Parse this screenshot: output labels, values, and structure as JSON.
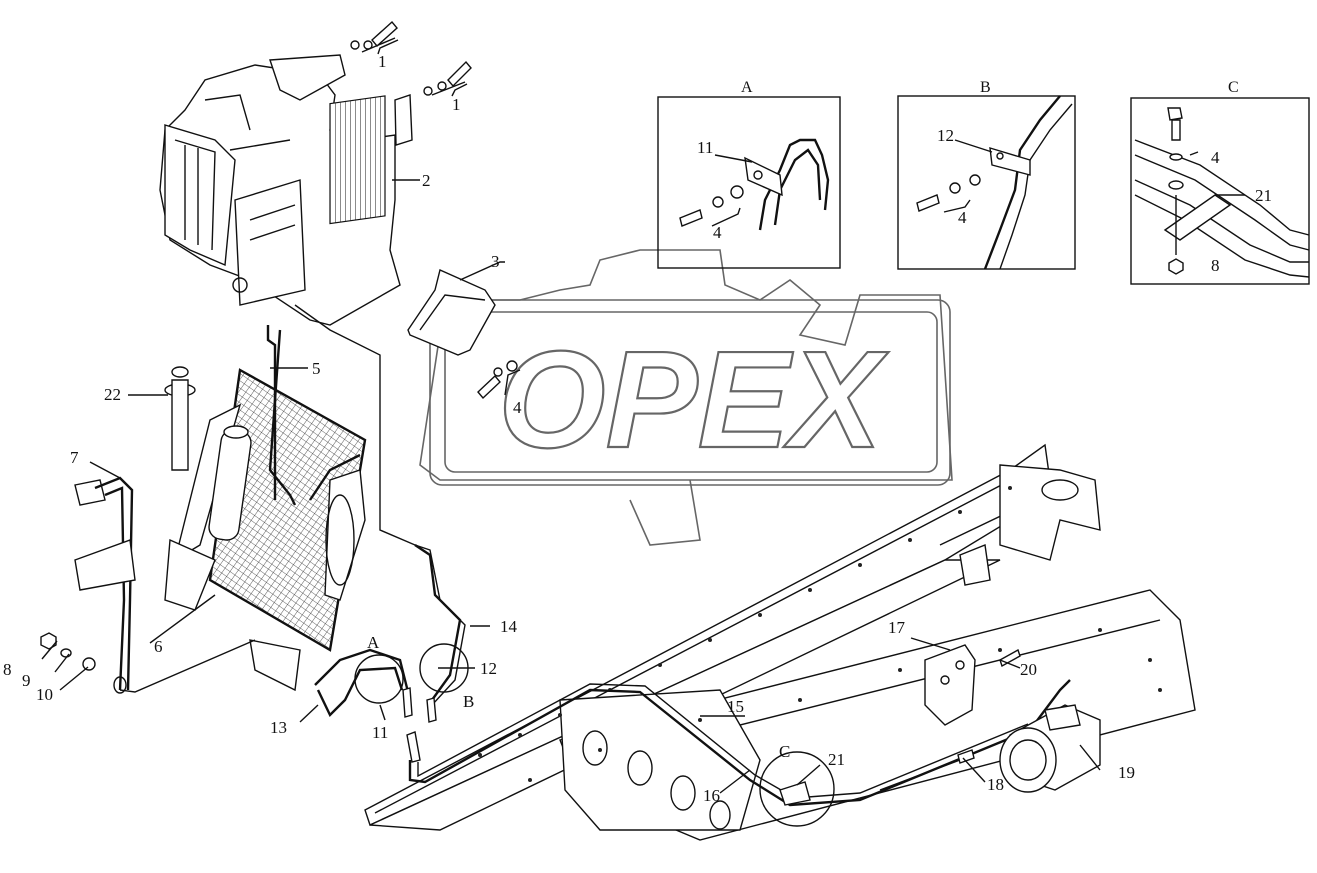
{
  "callouts": [
    "1",
    "1",
    "2",
    "3",
    "4",
    "4",
    "4",
    "4",
    "5",
    "6",
    "7",
    "8",
    "8",
    "9",
    "10",
    "11",
    "11",
    "12",
    "12",
    "13",
    "14",
    "15",
    "16",
    "17",
    "18",
    "19",
    "20",
    "21",
    "21",
    "22"
  ],
  "details": {
    "a": {
      "title": "A"
    },
    "b": {
      "title": "B"
    },
    "c": {
      "title": "C"
    }
  },
  "main_refs": {
    "a": "A",
    "b": "B",
    "c": "C"
  },
  "watermark": {
    "text": "OPEX",
    "color": "#666666"
  }
}
